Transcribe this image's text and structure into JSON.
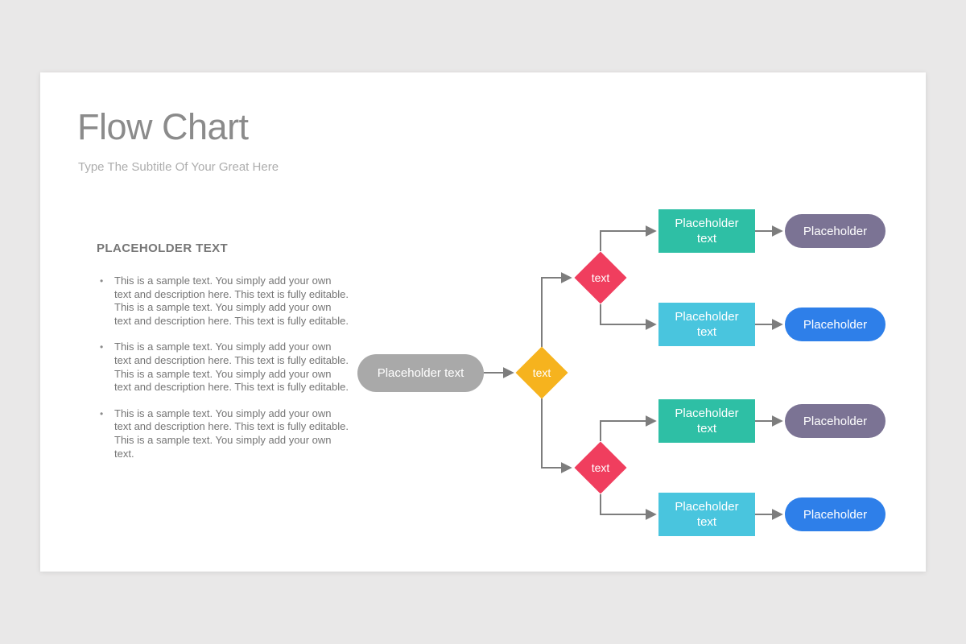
{
  "colors": {
    "page_bg": "#e9e8e8",
    "slide_bg": "#ffffff",
    "connector": "#7d7d7d",
    "start_node": "#a9a9a9",
    "root_decision": "#f6b31e",
    "branch_decision": "#f03e5e",
    "process_teal": "#2ebfa5",
    "process_cyan": "#49c5de",
    "terminal_purple": "#7b7394",
    "terminal_blue": "#2e7fe9"
  },
  "header": {
    "title": "Flow Chart",
    "subtitle": "Type The Subtitle Of Your Great Here"
  },
  "content": {
    "heading": "PLACEHOLDER TEXT",
    "bullets": [
      "This is a sample text. You simply add your own text and description here. This text is fully editable. This is a sample text. You simply add your own text and description here. This text is fully editable.",
      "This is a sample text. You simply add your own text and description here. This text is fully editable. This is a sample text. You simply add your own text and description here. This text is fully editable.",
      "This is a sample text. You simply add your own text and description here. This text is fully editable. This is a sample text. You simply add your own text."
    ]
  },
  "flowchart": {
    "start": {
      "label": "Placeholder text"
    },
    "root_decision": {
      "label": "text"
    },
    "decisions": [
      {
        "label": "text"
      },
      {
        "label": "text"
      }
    ],
    "branches": [
      {
        "process": {
          "label": "Placeholder text"
        },
        "terminal": {
          "label": "Placeholder"
        }
      },
      {
        "process": {
          "label": "Placeholder text"
        },
        "terminal": {
          "label": "Placeholder"
        }
      },
      {
        "process": {
          "label": "Placeholder text"
        },
        "terminal": {
          "label": "Placeholder"
        }
      },
      {
        "process": {
          "label": "Placeholder text"
        },
        "terminal": {
          "label": "Placeholder"
        }
      }
    ]
  }
}
